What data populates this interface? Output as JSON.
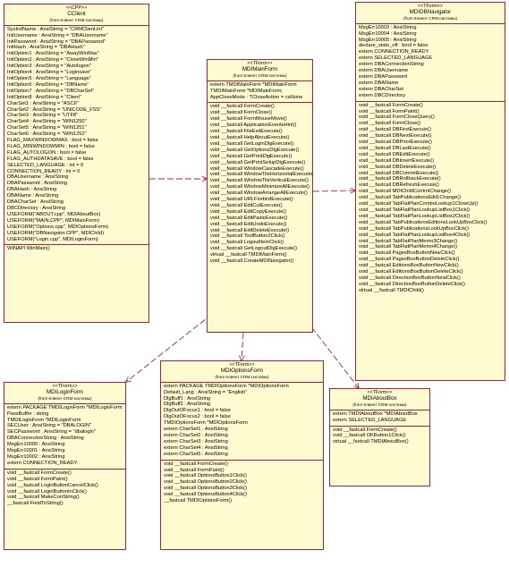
{
  "classes": {
    "cclient": {
      "stereotype": "<<CPP>>",
      "name": "CClient",
      "from": "(from Клиент CRM-системы)",
      "attributes": [
        "SysInitName : AnsiString = \"CRMClient.ini\"",
        "InitUsername : AnsiString = \"DBAUsername\"",
        "InitPassword : AnsiString = \"DBAPassword\"",
        "InitHash : AnsiString = \"DBAHash\"",
        "InitOption1 : AnsiString = \"AwayWinMax\"",
        "InitOption2 : AnsiString = \"CloseWinMin\"",
        "InitOption3 : AnsiString = \"Autologon\"",
        "InitOption4 : AnsiString = \"Loginsave\"",
        "InitOption5 : AnsiString = \"Language\"",
        "InitOption6 : AnsiString = \"DBName\"",
        "InitOption7 : AnsiString = \"DBCharSet\"",
        "InitOption8 : AnsiString = \"Client\"",
        "CharSet1 : AnsiString = \"ASCII\"",
        "CharSet2 : AnsiString = \"UNICODE_FSS\"",
        "CharSet3 : AnsiString = \"UTF8\"",
        "CharSet4 : AnsiString = \"WIN1250\"",
        "CharSet5 : AnsiString = \"WIN1251\"",
        "CharSet6 : AnsiString = \"WIN1252\"",
        "FLAG_MAXWINDOWMAX : bool = false",
        "FLAG_MINWINDOWMIN : bool = false",
        "FLAG_AUTOLOGON : bool = false",
        "FLAG_AUTHDATASAVE : bool = false",
        "SELECTED_LANGUAGE : int = 0",
        "CONNECTION_READY : int = 0",
        "DBAUsername : AnsiString",
        "DBAPassword : AnsiString",
        "DBAHash : AnsiString",
        "DBAName : AnsiString",
        "DBACharSet : AnsiString",
        "DBCDirectory : AnsiString",
        "USEFORM(\"ABOUT.cpp\", MDIAboutBox)",
        "USEFORM(\"MAIN.CPP\", MDIMainForm)",
        "USEFORM(\"Options.cpp\", MDIOptionsForm)",
        "USEFORM(\"DBNavigator.CPP\", MDIChild)",
        "USEFORM(\"Login.cpp\", MDILoginForm)"
      ],
      "operations": [
        "WINAPI WinMain()"
      ]
    },
    "mainform": {
      "stereotype": "<<TForm>>",
      "name": "MDIMainForm",
      "from": "(from Клиент CRM-системы)",
      "attributes": [
        "extern TMDIMainForm *MDIMainForm",
        "TMDIMainForm       *MDIMainForm;",
        "AppCloseMode : TCloseAction = caNone"
      ],
      "operations": [
        "void __fastcall FormCreate()",
        "void __fastcall FormClose()",
        "void __fastcall FormMouseMove()",
        "void __fastcall ApplicationEventsHint()",
        "void __fastcall FileExitExecute()",
        "void __fastcall HelpAboutExecute()",
        "void __fastcall GetLoginDlgExecute()",
        "void __fastcall GetOptionsDlgExecute()",
        "void __fastcall GetPrintDlgExecute()",
        "void __fastcall GetPrintSetupDlgExecute()",
        "void __fastcall WindowCascadeExecute()",
        "void __fastcall WindowTileHorizontalExecute()",
        "void __fastcall WindowTileVerticalExecute()",
        "void __fastcall WindowMinimizeAllExecute()",
        "void __fastcall WindowArrangeAllExecute()",
        "void __fastcall URLFirebirdExecute()",
        "void __fastcall EditCutExecute()",
        "void __fastcall EditCopyExecute()",
        "void __fastcall EditPasteExecute()",
        "void __fastcall EditUndoExecute()",
        "void __fastcall EditDeleteExecute()",
        "void __fastcall ToolButton2Click()",
        "void __fastcall LogoutItemClick()",
        "void __fastcall GetLogoutDlgExecute()",
        "virtual __fastcall TMDIMainForm()",
        "void __fastcall CreateMDINavigator()"
      ]
    },
    "navigator": {
      "stereotype": "<<TForm>>",
      "name": "MDIDBNavigator",
      "from": "(from Клиент CRM-системы)",
      "attributes": [
        "MsgErr10003 : AnsiString",
        "MsgErr10004 : AnsiString",
        "MsgErr10005 : AnsiString",
        "declare_state_off : bool = false",
        "extern CONNECTION_READY",
        "extern SELECTED_LANGUAGE",
        "extern DBAConnectionString",
        "extern DBAUsername",
        "extern DBAPassword",
        "extern DBAName",
        "extern DBACharSet",
        "extern DBCDirectory"
      ],
      "operations": [
        "void __fastcall FormCreate()",
        "void __fastcall FormPaint()",
        "void __fastcall FormCloseQuery()",
        "void __fastcall FormClose()",
        "void __fastcall DBFirstExecute()",
        "void __fastcall DBNextExecute()",
        "void __fastcall DBPriorExecute()",
        "void __fastcall DBLastExecute()",
        "void __fastcall DBEditExecute()",
        "void __fastcall DBInsertExecute()",
        "void __fastcall DBDeleteExecute()",
        "void __fastcall DBCommitExecute()",
        "void __fastcall DBRollbackExecute()",
        "void __fastcall DBRefreshExecute()",
        "void __fastcall MDIChildControlChange()",
        "void __fastcall TabPublicationsEdit1Change()",
        "void __fastcall TabFlatPlanComboLookup1CloseUp()",
        "void __fastcall TabFlatPlanLookupListBox1Click()",
        "void __fastcall TabFlatPlanLookupListBox2Click()",
        "void __fastcall TabPublicationsEditionsLookUpBoxClick()",
        "void __fastcall TabPublicationsLookUpBoxClick()",
        "void __fastcall TabFlatPlanLookupListBox4Click()",
        "void __fastcall TabFlatPlanMemo3Change()",
        "void __fastcall TabFlatPlanMemo4Change()",
        "void __fastcall PagesBoxButtonNewClick()",
        "void __fastcall PagesBoxButtonDeleteClick()",
        "void __fastcall EditionsBoxButtonNewClick()",
        "void __fastcall EditionsBoxButtonDeleteClick()",
        "void __fastcall DirectionBoxButtonNewClick()",
        "void __fastcall DirectionBoxButtonDeleteClick()",
        "virtual __fastcall TMDIChild()"
      ]
    },
    "loginform": {
      "stereotype": "<<TForm>>",
      "name": "MDILoginForm",
      "from": "(from Клиент CRM-системы)",
      "attributes": [
        "extern PACKAGE TMDILoginForm *MDILoginForm",
        "PassBuffer : string",
        "TMDILoginForm *MDILoginForm",
        "SECUser : AnsiString = \"DBALOGIN\"",
        "SECPassword : AnsiString = \"dbalogin\"",
        "DBAConnectionString : AnsiString",
        "MsgErr10000 : AnsiString",
        "MsgErr10001 : AnsiString",
        "MsgErr10002 : AnsiString",
        "extern CONNECTION_READY"
      ],
      "operations": [
        "void __fastcall FormCreate()",
        "void __fastcall FormPaint()",
        "void __fastcall LoginButtonCancelClick()",
        "void __fastcall LoginButtonInClick()",
        "void __fastcall MakeConString()",
        "__fastcall FieldToString()"
      ]
    },
    "optionsform": {
      "stereotype": "<<TForm>>",
      "name": "MDIOptionsForm",
      "from": "(from Клиент CRM-системы)",
      "attributes": [
        "extern PACKAGE TMDIOptionsForm *MDIOptionsForm",
        "Default_Lang : AnsiString = \"English\"",
        "DlgBuff1 : AnsiString",
        "DlgBuff2 : AnsiString",
        "DlgOutOFocus1 : bool = false",
        "DlgOutOFocus2 : bool = false",
        "TMDIOptionsForm *MDIOptionsForm",
        "extern CharSet1 : AnsiString",
        "extern CharSet2 : AnsiString",
        "extern CharSet3 : AnsiString",
        "extern CharSet4 : AnsiString",
        "extern CharSet5 : AnsiString"
      ],
      "operations": [
        "void __fastcall FormCreate()",
        "void __fastcall FormPaint()",
        "void __fastcall OptionsButton1Click()",
        "void __fastcall OptionsButton2Click()",
        "void __fastcall OptionsButton3Click()",
        "void __fastcall OptionsButton4Click()",
        "__fastcall TMDIOptionsForm()"
      ]
    },
    "aboutbox": {
      "stereotype": "<<TForm>>",
      "name": "MDIAboutBox",
      "from": "(from Клиент CRM-системы)",
      "attributes": [
        "extern TMDIAboutBox *MDIAboutBox",
        "extern SELECTED_LANGUAGE"
      ],
      "operations": [
        "void __fastcall FormCreate()",
        "void __fastcall OKButton1Click()",
        "virtual __fastcall TMDIAboutBox()"
      ]
    }
  },
  "colors": {
    "fill": "#fffbd0",
    "border": "#a0243c",
    "link": "#a0243c"
  }
}
